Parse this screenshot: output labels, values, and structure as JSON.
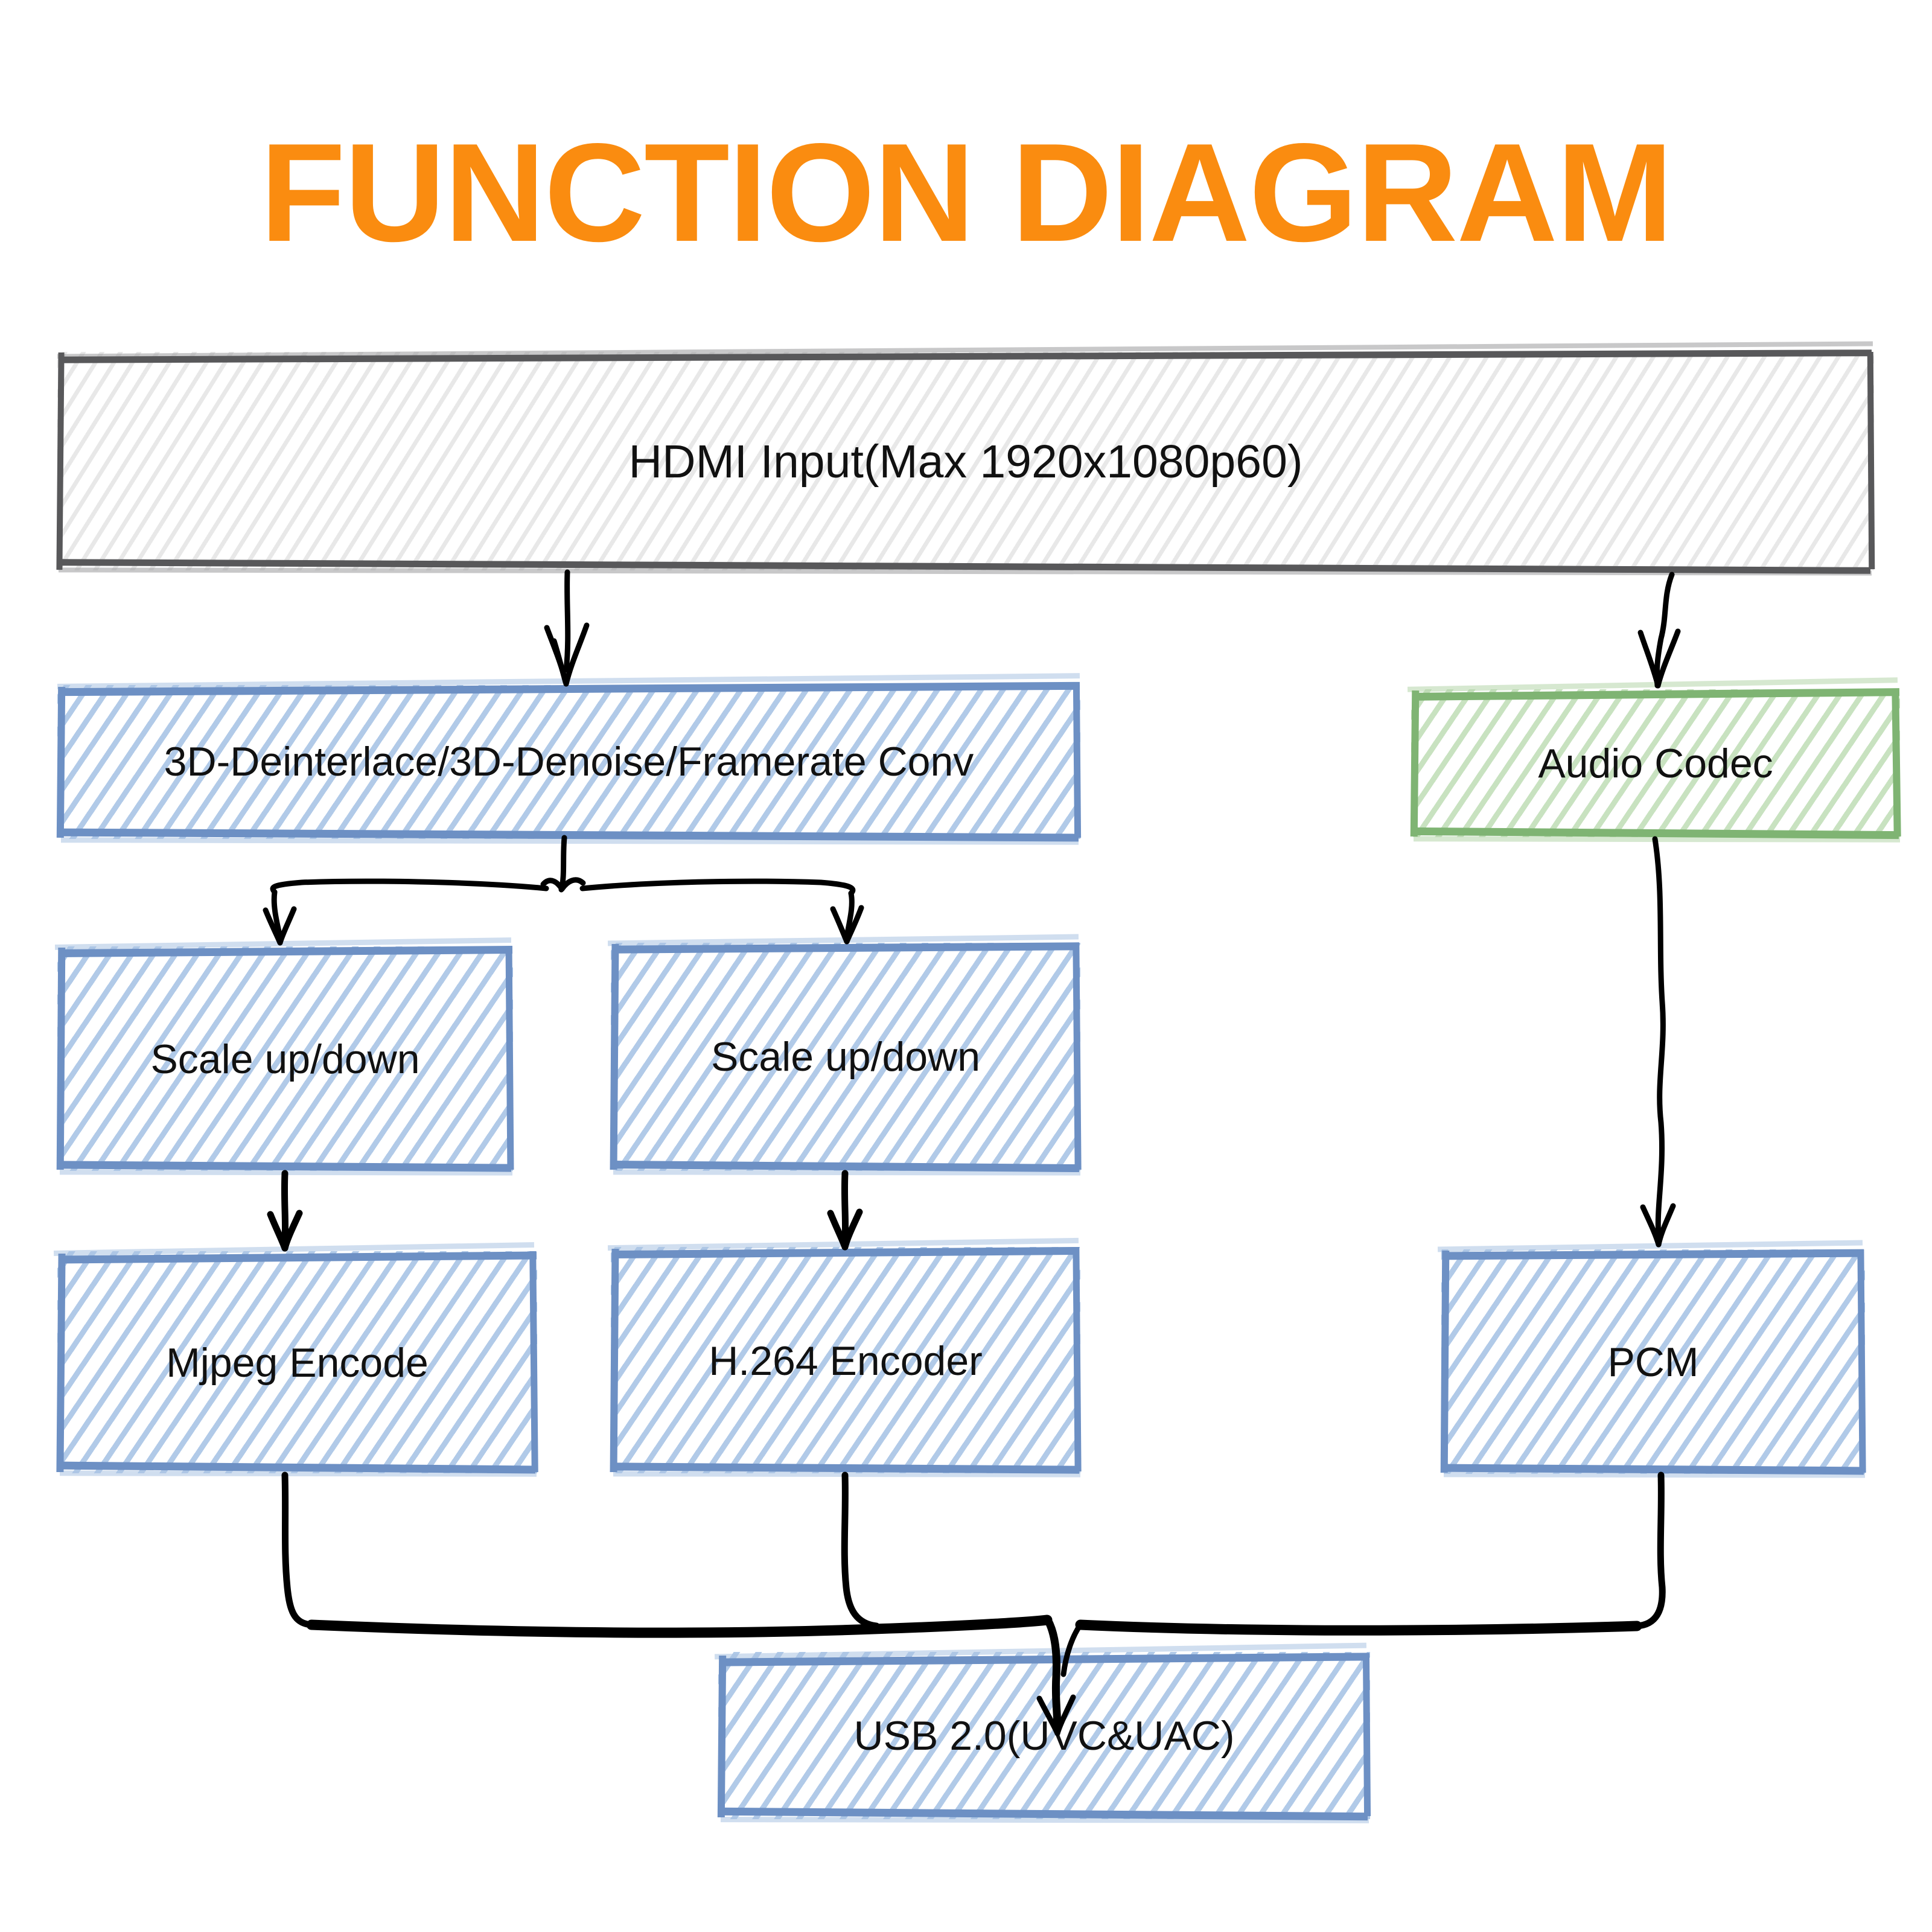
{
  "page": {
    "title": "FUNCTION DIAGRAM",
    "background": "#ffffff",
    "title_color": "#FA8C10"
  },
  "palette": {
    "blue_border": "#6d90c4",
    "blue_hatch": "#adc7e7",
    "green_border": "#7fb473",
    "green_hatch": "#c5e0bd",
    "gray_border": "#58585a",
    "gray_hatch": "#e7e7e7",
    "connector": "#000000",
    "text": "#111111"
  },
  "diagram": {
    "type": "flowchart",
    "nodes": [
      {
        "id": "hdmi-input",
        "label": "HDMI Input(Max 1920x1080p60)",
        "style": "gray"
      },
      {
        "id": "video-process",
        "label": "3D-Deinterlace/3D-Denoise/Framerate Conv",
        "style": "blue"
      },
      {
        "id": "audio-codec",
        "label": "Audio Codec",
        "style": "green"
      },
      {
        "id": "scale-left",
        "label": "Scale up/down",
        "style": "blue"
      },
      {
        "id": "scale-right",
        "label": "Scale up/down",
        "style": "blue"
      },
      {
        "id": "mjpeg-encode",
        "label": "Mjpeg Encode",
        "style": "blue"
      },
      {
        "id": "h264-encoder",
        "label": "H.264 Encoder",
        "style": "blue"
      },
      {
        "id": "pcm",
        "label": "PCM",
        "style": "blue"
      },
      {
        "id": "usb-output",
        "label": "USB 2.0(UVC&UAC)",
        "style": "blue"
      }
    ],
    "edges": [
      {
        "from": "hdmi-input",
        "to": "video-process",
        "arrow": true
      },
      {
        "from": "hdmi-input",
        "to": "audio-codec",
        "arrow": true
      },
      {
        "from": "video-process",
        "to": "scale-left",
        "arrow": true
      },
      {
        "from": "video-process",
        "to": "scale-right",
        "arrow": true
      },
      {
        "from": "scale-left",
        "to": "mjpeg-encode",
        "arrow": true
      },
      {
        "from": "scale-right",
        "to": "h264-encoder",
        "arrow": true
      },
      {
        "from": "audio-codec",
        "to": "pcm",
        "arrow": true
      },
      {
        "from": "mjpeg-encode",
        "to": "usb-output",
        "arrow": true
      },
      {
        "from": "h264-encoder",
        "to": "usb-output",
        "arrow": true
      },
      {
        "from": "pcm",
        "to": "usb-output",
        "arrow": true
      }
    ]
  }
}
